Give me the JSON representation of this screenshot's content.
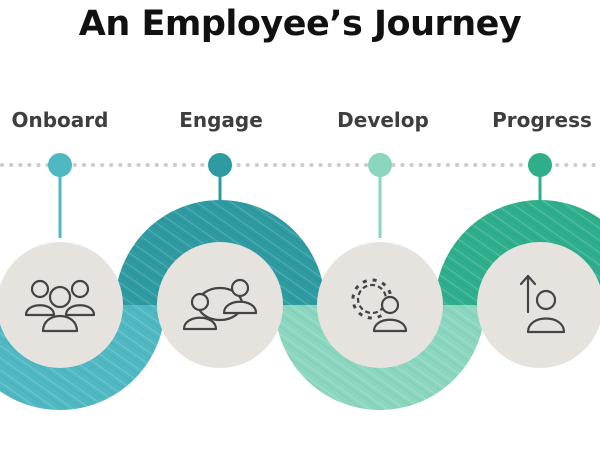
{
  "title": "An Employee’s Journey",
  "stages": [
    {
      "label": "Onboard",
      "icon": "team-group-icon",
      "color": "#4fb8c3"
    },
    {
      "label": "Engage",
      "icon": "conversation-icon",
      "color": "#2e9aa2"
    },
    {
      "label": "Develop",
      "icon": "gear-person-icon",
      "color": "#8ad6bf"
    },
    {
      "label": "Progress",
      "icon": "person-arrow-up-icon",
      "color": "#2fae8c"
    }
  ],
  "colors": {
    "circle_fill": "#e6e3df",
    "icon_stroke": "#444444",
    "dots": "#cccccc"
  }
}
